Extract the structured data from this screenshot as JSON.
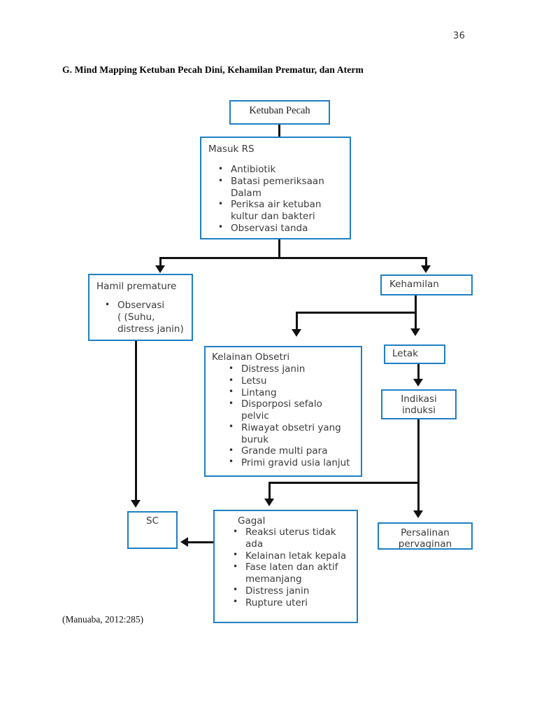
{
  "page": {
    "number": "36",
    "heading": "G.  Mind Mapping  Ketuban Pecah Dini, Kehamilan Prematur, dan Aterm",
    "citation": "(Manuaba, 2012:285)"
  },
  "colors": {
    "box_border": "#1F7FC4",
    "connector": "#111111",
    "text": "#3a3a3a",
    "page_background": "#ffffff"
  },
  "diagram": {
    "type": "flowchart",
    "nodes": {
      "ketuban_pecah": {
        "title": "Ketuban Pecah",
        "items": []
      },
      "masuk_rs": {
        "title": "Masuk RS",
        "items": [
          "Antibiotik",
          "Batasi pemeriksaan",
          "Dalam",
          "Periksa air ketuban",
          "kultur dan bakteri",
          "Observasi tanda"
        ],
        "bullets": [
          {
            "text": "Antibiotik",
            "cont": ""
          },
          {
            "text": "Batasi pemeriksaan",
            "cont": "Dalam"
          },
          {
            "text": "Periksa air ketuban",
            "cont": "kultur dan bakteri"
          },
          {
            "text": "Observasi tanda",
            "cont": ""
          }
        ]
      },
      "hamil_premature": {
        "title": "Hamil premature",
        "bullets": [
          {
            "text": "Observasi",
            "cont": "( (Suhu,\ndistress janin)"
          }
        ]
      },
      "kehamilan": {
        "title": "Kehamilan"
      },
      "kelainan_obsetri": {
        "title": "Kelainan Obsetri",
        "bullets": [
          {
            "text": "Distress janin",
            "cont": ""
          },
          {
            "text": "Letsu",
            "cont": ""
          },
          {
            "text": "Lintang",
            "cont": ""
          },
          {
            "text": "Disporposi sefalo",
            "cont": "pelvic"
          },
          {
            "text": "Riwayat obsetri yang",
            "cont": "buruk"
          },
          {
            "text": "Grande multi para",
            "cont": ""
          },
          {
            "text": "Primi gravid usia lanjut",
            "cont": ""
          }
        ]
      },
      "letak": {
        "title": "Letak"
      },
      "indikasi_induksi": {
        "title": "Indikasi\ninduksi"
      },
      "sc": {
        "title": "SC"
      },
      "gagal": {
        "title": "Gagal",
        "bullets": [
          {
            "text": "Reaksi uterus tidak",
            "cont": "ada"
          },
          {
            "text": "Kelainan letak kepala",
            "cont": ""
          },
          {
            "text": "Fase laten dan aktif",
            "cont": "memanjang"
          },
          {
            "text": "Distress janin",
            "cont": ""
          },
          {
            "text": "Rupture uteri",
            "cont": ""
          }
        ]
      },
      "persalinan_pervaginan": {
        "title": "Persalinan\npervaginan"
      }
    },
    "edges": [
      {
        "from": "ketuban_pecah",
        "to": "masuk_rs"
      },
      {
        "from": "masuk_rs",
        "to": "hamil_premature"
      },
      {
        "from": "masuk_rs",
        "to": "kehamilan"
      },
      {
        "from": "kehamilan",
        "to": "kelainan_obsetri"
      },
      {
        "from": "kehamilan",
        "to": "letak"
      },
      {
        "from": "letak",
        "to": "indikasi_induksi"
      },
      {
        "from": "hamil_premature",
        "to": "sc"
      },
      {
        "from": "indikasi_induksi",
        "to": "gagal"
      },
      {
        "from": "indikasi_induksi",
        "to": "persalinan_pervaginan"
      },
      {
        "from": "gagal",
        "to": "sc"
      }
    ]
  }
}
